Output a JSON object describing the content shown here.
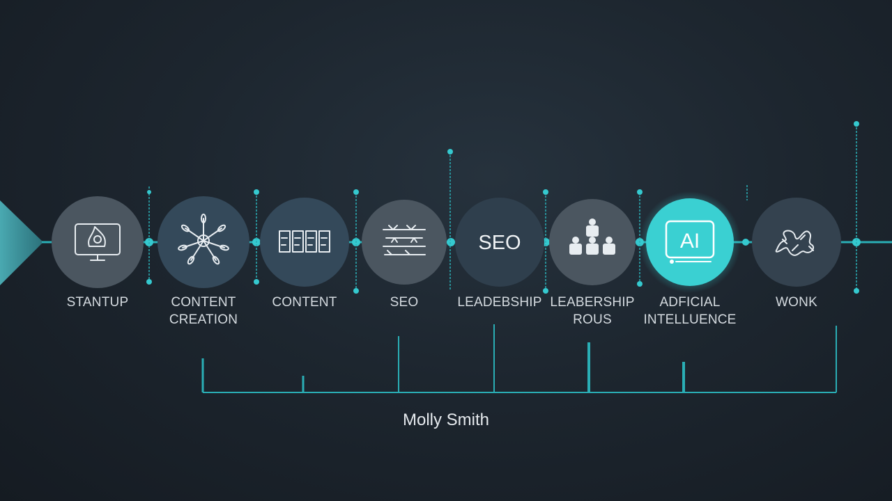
{
  "colors": {
    "accent": "#35c9cf",
    "node_fill": "#4b5660",
    "node_fill_dark": "#2f3f4d",
    "active_fill": "#3ad0d2",
    "line": "#2aaeb5",
    "text": "#d5dbe0"
  },
  "nodes": [
    {
      "label": "STANTUP",
      "icon": "monitor-fire-icon",
      "active": false
    },
    {
      "label": "CONTENT\nCREATION",
      "icon": "network-nodes-icon",
      "active": false
    },
    {
      "label": "CONTENT",
      "icon": "content-grid-icon",
      "active": false
    },
    {
      "label": "SEO",
      "icon": "sketch-layout-icon",
      "active": false
    },
    {
      "label": "LEADEBSHIP",
      "icon_text": "SEO",
      "icon": "seo-text-icon",
      "active": false
    },
    {
      "label": "LEABERSHIP\nROUS",
      "icon": "team-people-icon",
      "active": false
    },
    {
      "label": "ADFICIAL\nINTELLUENCE",
      "icon_text": "AI",
      "icon": "ai-screen-icon",
      "active": true
    },
    {
      "label": "WONK",
      "icon": "scribble-icon",
      "active": false
    }
  ],
  "person_name": "Molly Smith"
}
